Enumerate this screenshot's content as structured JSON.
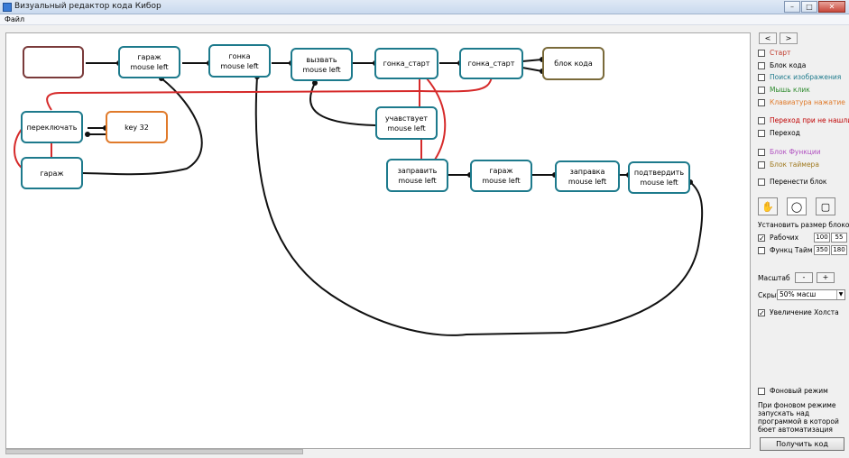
{
  "window": {
    "title": "Визуальный редактор кода Кибор"
  },
  "menu": {
    "file": "Файл"
  },
  "nodes": {
    "empty": "",
    "garage1": "гараж\nmouse left",
    "race1": "гонка\nmouse left",
    "call": "вызвать\nmouse left",
    "race_start1": "гонка_старт",
    "race_start2": "гонка_старт",
    "code_block": "блок кода",
    "switch": "переключать",
    "key32": "key 32",
    "garage2": "гараж",
    "participates": "учавствует\nmouse left",
    "refuel": "заправить\nmouse left",
    "garage3": "гараж\nmouse left",
    "refuel_station": "заправка\nmouse left",
    "confirm": "подтвердить\nmouse left"
  },
  "panel": {
    "nav_prev": "<",
    "nav_next": ">",
    "checkboxes": [
      {
        "label": "Старт",
        "color": "#c0392b"
      },
      {
        "label": "Блок кода",
        "color": "#000000"
      },
      {
        "label": "Поиск изображения",
        "color": "#1e7a8c"
      },
      {
        "label": "Мышь клик",
        "color": "#2e8b2e"
      },
      {
        "label": "Клавиатура нажатие",
        "color": "#e07a2a"
      },
      {
        "label": "Переход при не нашли",
        "color": "#c00000"
      },
      {
        "label": "Переход",
        "color": "#000000"
      },
      {
        "label": "Блок Функции",
        "color": "#b04fc0"
      },
      {
        "label": "Блок таймера",
        "color": "#a07a20"
      },
      {
        "label": "Перенести блок",
        "color": "#000000"
      }
    ],
    "shape_icons": [
      "hand-icon",
      "circle-icon",
      "rounded-square-icon"
    ],
    "block_size_title": "Установить размер блоков",
    "workers": {
      "label": "Рабочих",
      "checked": "✓",
      "w": "100",
      "h": "55"
    },
    "functions": {
      "label": "Функц Тайм",
      "w": "350",
      "h": "180"
    },
    "scale": {
      "label": "Масштаб",
      "minus": "-",
      "plus": "+"
    },
    "hide_text": {
      "label": "Скрыть текст",
      "value": "50% масш"
    },
    "canvas_zoom": {
      "label": "Увеличение Холста",
      "checked": "✓"
    },
    "background_mode": {
      "label": "Фоновый режим"
    },
    "note": "При фоновом режиме запускать над программой в которой бюет автоматизация",
    "get_code": "Получить код"
  }
}
